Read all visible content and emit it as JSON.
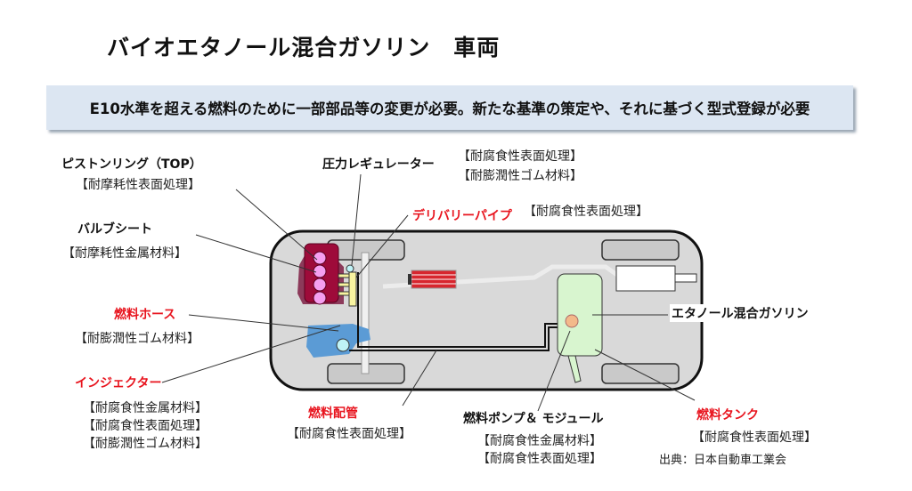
{
  "title": "バイオエタノール混合ガソリン　車両",
  "banner": "E10水準を超える燃料のために一部部品等の変更が必要。新たな基準の策定や、それに基づく型式登録が必要",
  "parts": {
    "piston_ring": {
      "name": "ピストンリング（TOP）",
      "notes": [
        "【耐摩耗性表面処理】"
      ],
      "highlight": false
    },
    "valve_seat": {
      "name": "バルブシート",
      "notes": [
        "【耐摩耗性金属材料】"
      ],
      "highlight": false
    },
    "fuel_hose": {
      "name": "燃料ホース",
      "notes": [
        "【耐膨潤性ゴム材料】"
      ],
      "highlight": true
    },
    "injector": {
      "name": "インジェクター",
      "notes": [
        "【耐腐食性金属材料】",
        "【耐腐食性表面処理】",
        "【耐膨潤性ゴム材料】"
      ],
      "highlight": true
    },
    "pressure_regulator": {
      "name": "圧力レギュレーター",
      "notes": [
        "【耐腐食性表面処理】",
        "【耐膨潤性ゴム材料】"
      ],
      "highlight": false
    },
    "delivery_pipe": {
      "name": "デリバリーパイプ",
      "notes": [
        "【耐腐食性表面処理】"
      ],
      "highlight": true
    },
    "fuel_piping": {
      "name": "燃料配管",
      "notes": [
        "【耐腐食性表面処理】"
      ],
      "highlight": true
    },
    "fuel_pump": {
      "name": "燃料ポンプ＆ モジュール",
      "notes": [
        "【耐腐食性金属材料】",
        "【耐腐食性表面処理】"
      ],
      "highlight": false
    },
    "fuel_tank": {
      "name": "燃料タンク",
      "notes": [
        "【耐腐食性表面処理】"
      ],
      "highlight": true
    },
    "ethanol_gasoline": {
      "name": "エタノール混合ガソリン",
      "notes": [],
      "highlight": false
    }
  },
  "source": "出典：日本自動車工業会",
  "colors": {
    "highlight": "#e8141e",
    "banner_bg": "#dce6f2",
    "car_body": "#d9d9d9",
    "tank": "#d8f5cf",
    "engine": "#9e0b3a",
    "cylinder": "#f59ff0",
    "intake": "#5b9bd5"
  }
}
